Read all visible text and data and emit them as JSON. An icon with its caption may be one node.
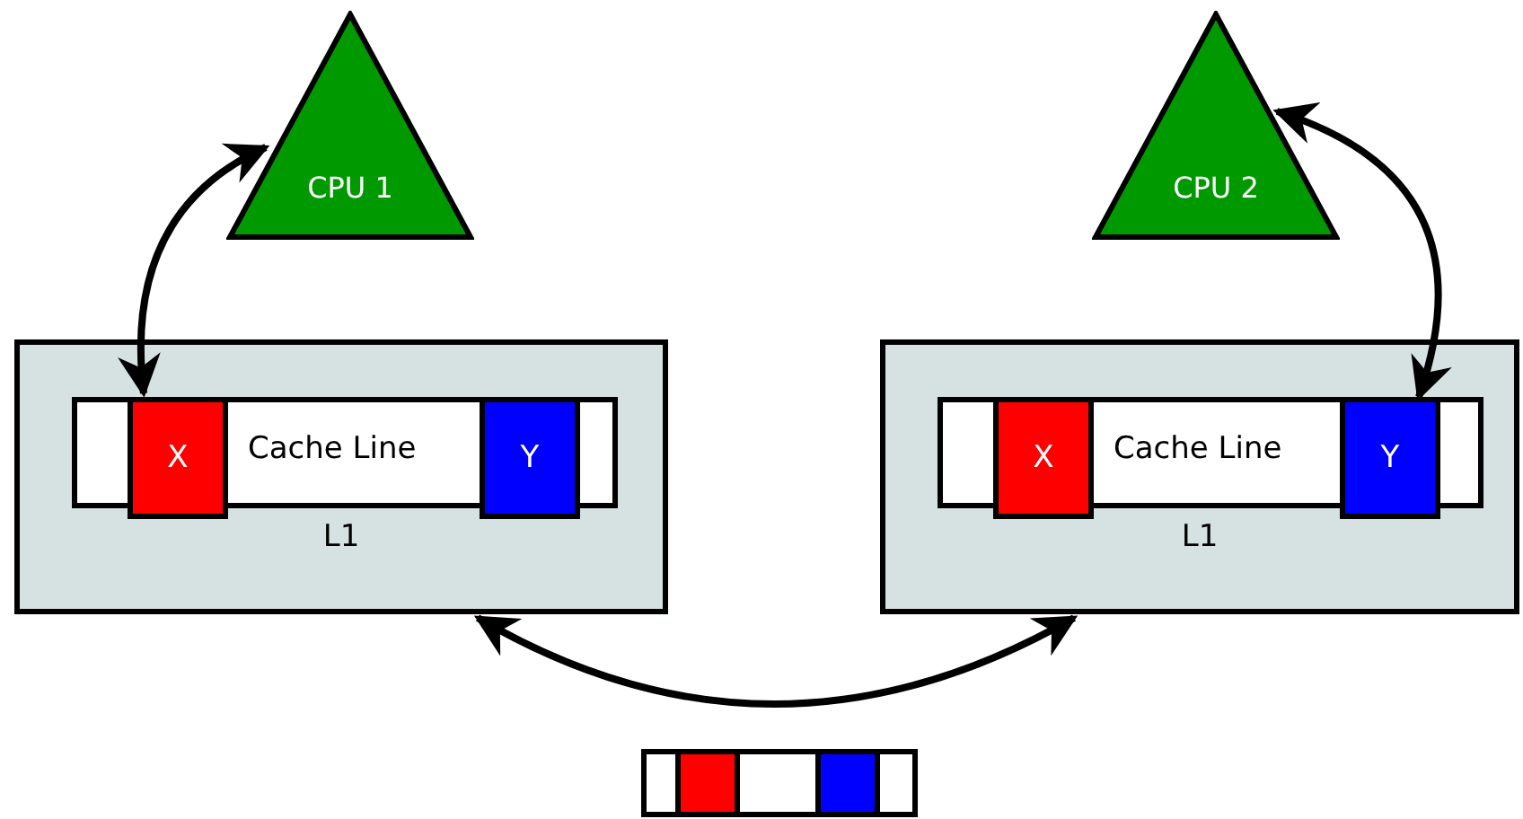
{
  "diagram": {
    "nodes": [
      {
        "text": [
          "CPU 1"
        ]
      },
      {
        "text": [
          "CPU 2"
        ]
      },
      {
        "text": [
          "L1"
        ]
      },
      {
        "text": [
          "Cache Line"
        ],
        "in": 2
      },
      {
        "text": [
          "X"
        ],
        "in": 3
      },
      {
        "text": [
          "Y"
        ],
        "in": 3
      },
      {
        "text": [
          "L1"
        ]
      },
      {
        "text": [
          "Cache Line"
        ],
        "in": 6
      },
      {
        "text": [
          "X"
        ],
        "in": 7
      },
      {
        "text": [
          "Y"
        ],
        "in": 7
      },
      {
        "text": [],
        "shape": "bar"
      }
    ],
    "edges": [
      {
        "from": 0,
        "to": 4,
        "arrow": "both"
      },
      {
        "from": 1,
        "to": 9,
        "arrow": "both"
      },
      {
        "from": 2,
        "to": 6,
        "arrow": "both"
      }
    ]
  }
}
